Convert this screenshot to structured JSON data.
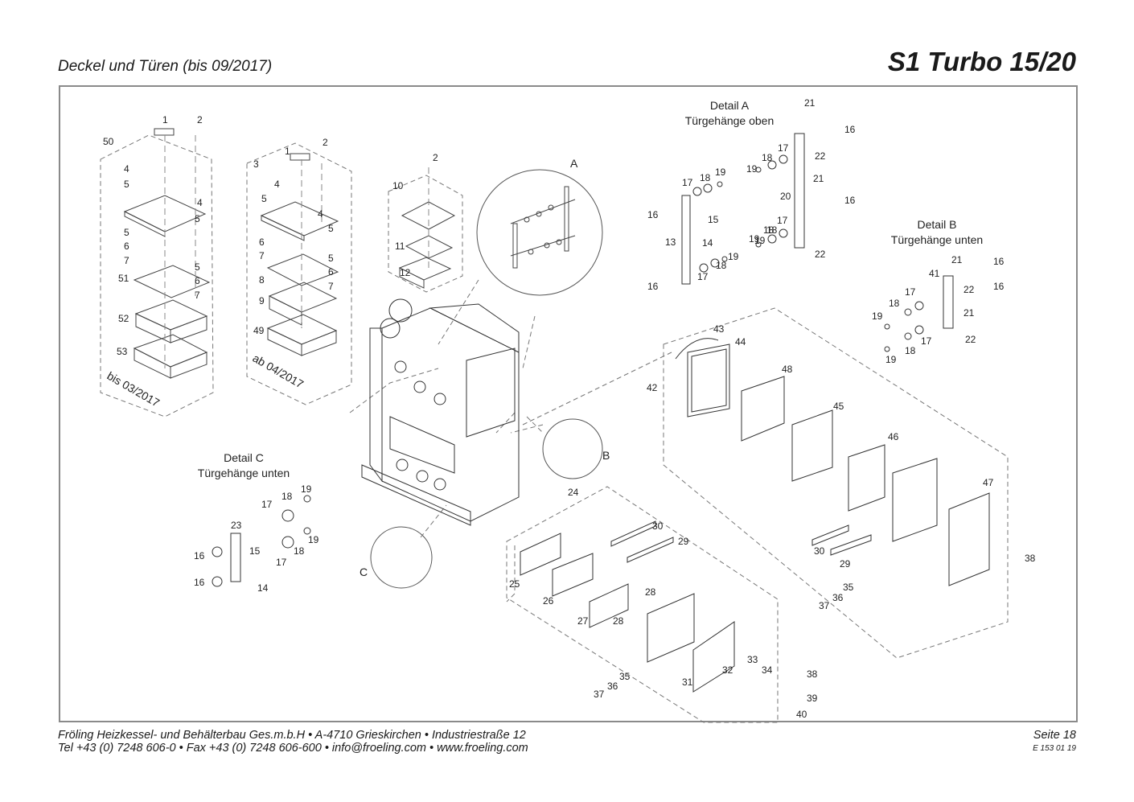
{
  "header": {
    "left_title": "Deckel und Türen (bis 09/2017)",
    "right_title": "S1 Turbo 15/20"
  },
  "diagram": {
    "captions": {
      "detail_a": "Detail A",
      "detail_a_sub": "Türgehänge oben",
      "detail_b": "Detail B",
      "detail_b_sub": "Türgehänge unten",
      "detail_c": "Detail C",
      "detail_c_sub": "Türgehänge unten",
      "bis_2017": "bis 03/2017",
      "ab_2017": "ab 04/2017"
    },
    "callouts": [
      "1",
      "2",
      "50",
      "4",
      "5",
      "4",
      "5",
      "5",
      "6",
      "7",
      "5",
      "6",
      "7",
      "51",
      "52",
      "53",
      "1",
      "2",
      "3",
      "4",
      "5",
      "4",
      "5",
      "6",
      "7",
      "5",
      "6",
      "7",
      "8",
      "9",
      "49",
      "2",
      "10",
      "11",
      "12",
      "A",
      "21",
      "16",
      "17",
      "18",
      "19",
      "22",
      "19",
      "18",
      "21",
      "20",
      "16",
      "17",
      "19",
      "18",
      "22",
      "17",
      "18",
      "19",
      "16",
      "15",
      "13",
      "14",
      "19",
      "18",
      "17",
      "16",
      "41",
      "21",
      "16",
      "22",
      "16",
      "17",
      "18",
      "19",
      "21",
      "19",
      "18",
      "17",
      "22",
      "43",
      "44",
      "48",
      "42",
      "45",
      "46",
      "47",
      "38",
      "30",
      "29",
      "B",
      "24",
      "30",
      "29",
      "25",
      "26",
      "28",
      "27",
      "28",
      "23",
      "17",
      "18",
      "19",
      "16",
      "15",
      "17",
      "18",
      "19",
      "16",
      "14",
      "C",
      "35",
      "36",
      "37",
      "33",
      "32",
      "34",
      "38",
      "31",
      "39",
      "40",
      "35",
      "36",
      "37"
    ]
  },
  "footer": {
    "line1": "Fröling Heizkessel- und Behälterbau Ges.m.b.H   •  A-4710 Grieskirchen   •  Industriestraße 12",
    "line2": "Tel +43 (0) 7248 606-0   •  Fax +43 (0) 7248 606-600   •  info@froeling.com   •  www.froeling.com",
    "page": "Seite 18",
    "doc_code": "E 153 01 19"
  }
}
